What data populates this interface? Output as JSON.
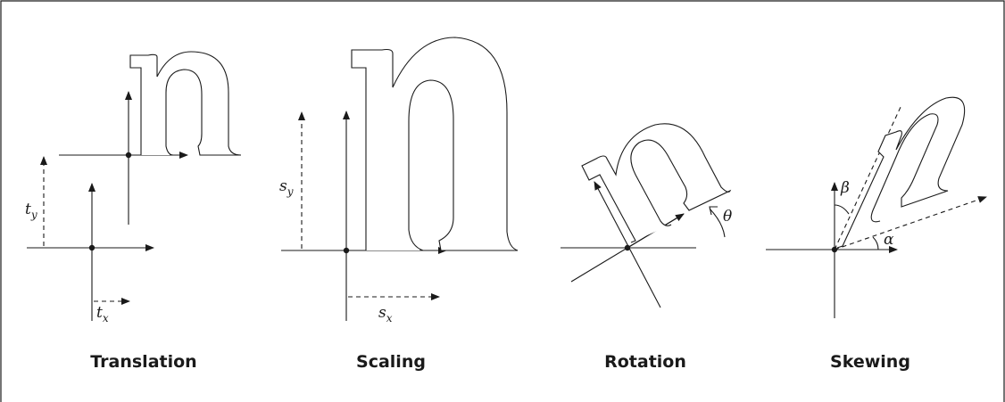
{
  "panels": [
    {
      "caption": "Translation",
      "glyph": "n",
      "label_y": "t",
      "label_y_sub": "y",
      "label_x": "t",
      "label_x_sub": "x"
    },
    {
      "caption": "Scaling",
      "glyph": "n",
      "label_y": "s",
      "label_y_sub": "y",
      "label_x": "s",
      "label_x_sub": "x"
    },
    {
      "caption": "Rotation",
      "glyph": "n",
      "angle": "θ"
    },
    {
      "caption": "Skewing",
      "glyph": "n",
      "angle_a": "α",
      "angle_b": "β"
    }
  ]
}
